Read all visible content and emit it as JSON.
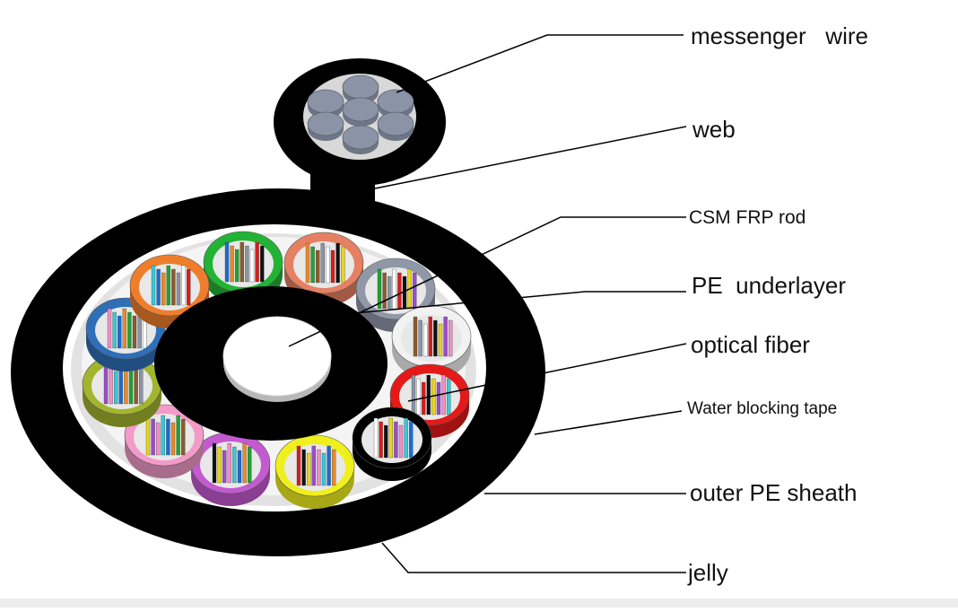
{
  "diagram": {
    "labels": {
      "messenger_wire": "messenger   wire",
      "web": "web",
      "csm_frp_rod": "CSM FRP rod",
      "pe_underlayer": "PE  underlayer",
      "optical_fiber": "optical fiber",
      "water_blocking_tape": "Water blocking tape",
      "outer_pe_sheath": "outer PE sheath",
      "jelly": "jelly"
    },
    "colors": {
      "sheath": "#000000",
      "messenger_strand": "#8a94a6",
      "tape": "#e2e2e2",
      "rod": "#ffffff"
    },
    "tube_colors": [
      "#22b335",
      "#e58063",
      "#9098a8",
      "#f2f2f2",
      "#e51a18",
      "#000000",
      "#f0ef1e",
      "#c45ad0",
      "#f29bc8",
      "#a2b52e",
      "#2f6fb8",
      "#ef7e2c"
    ],
    "fiber_colors": [
      "#1e6bd0",
      "#e88a2a",
      "#22a035",
      "#8a5a2e",
      "#8a94a6",
      "#ffffff",
      "#d81c1c",
      "#111111",
      "#e8d51c",
      "#9a4cc8",
      "#ee8fc4",
      "#36c8d8"
    ]
  }
}
